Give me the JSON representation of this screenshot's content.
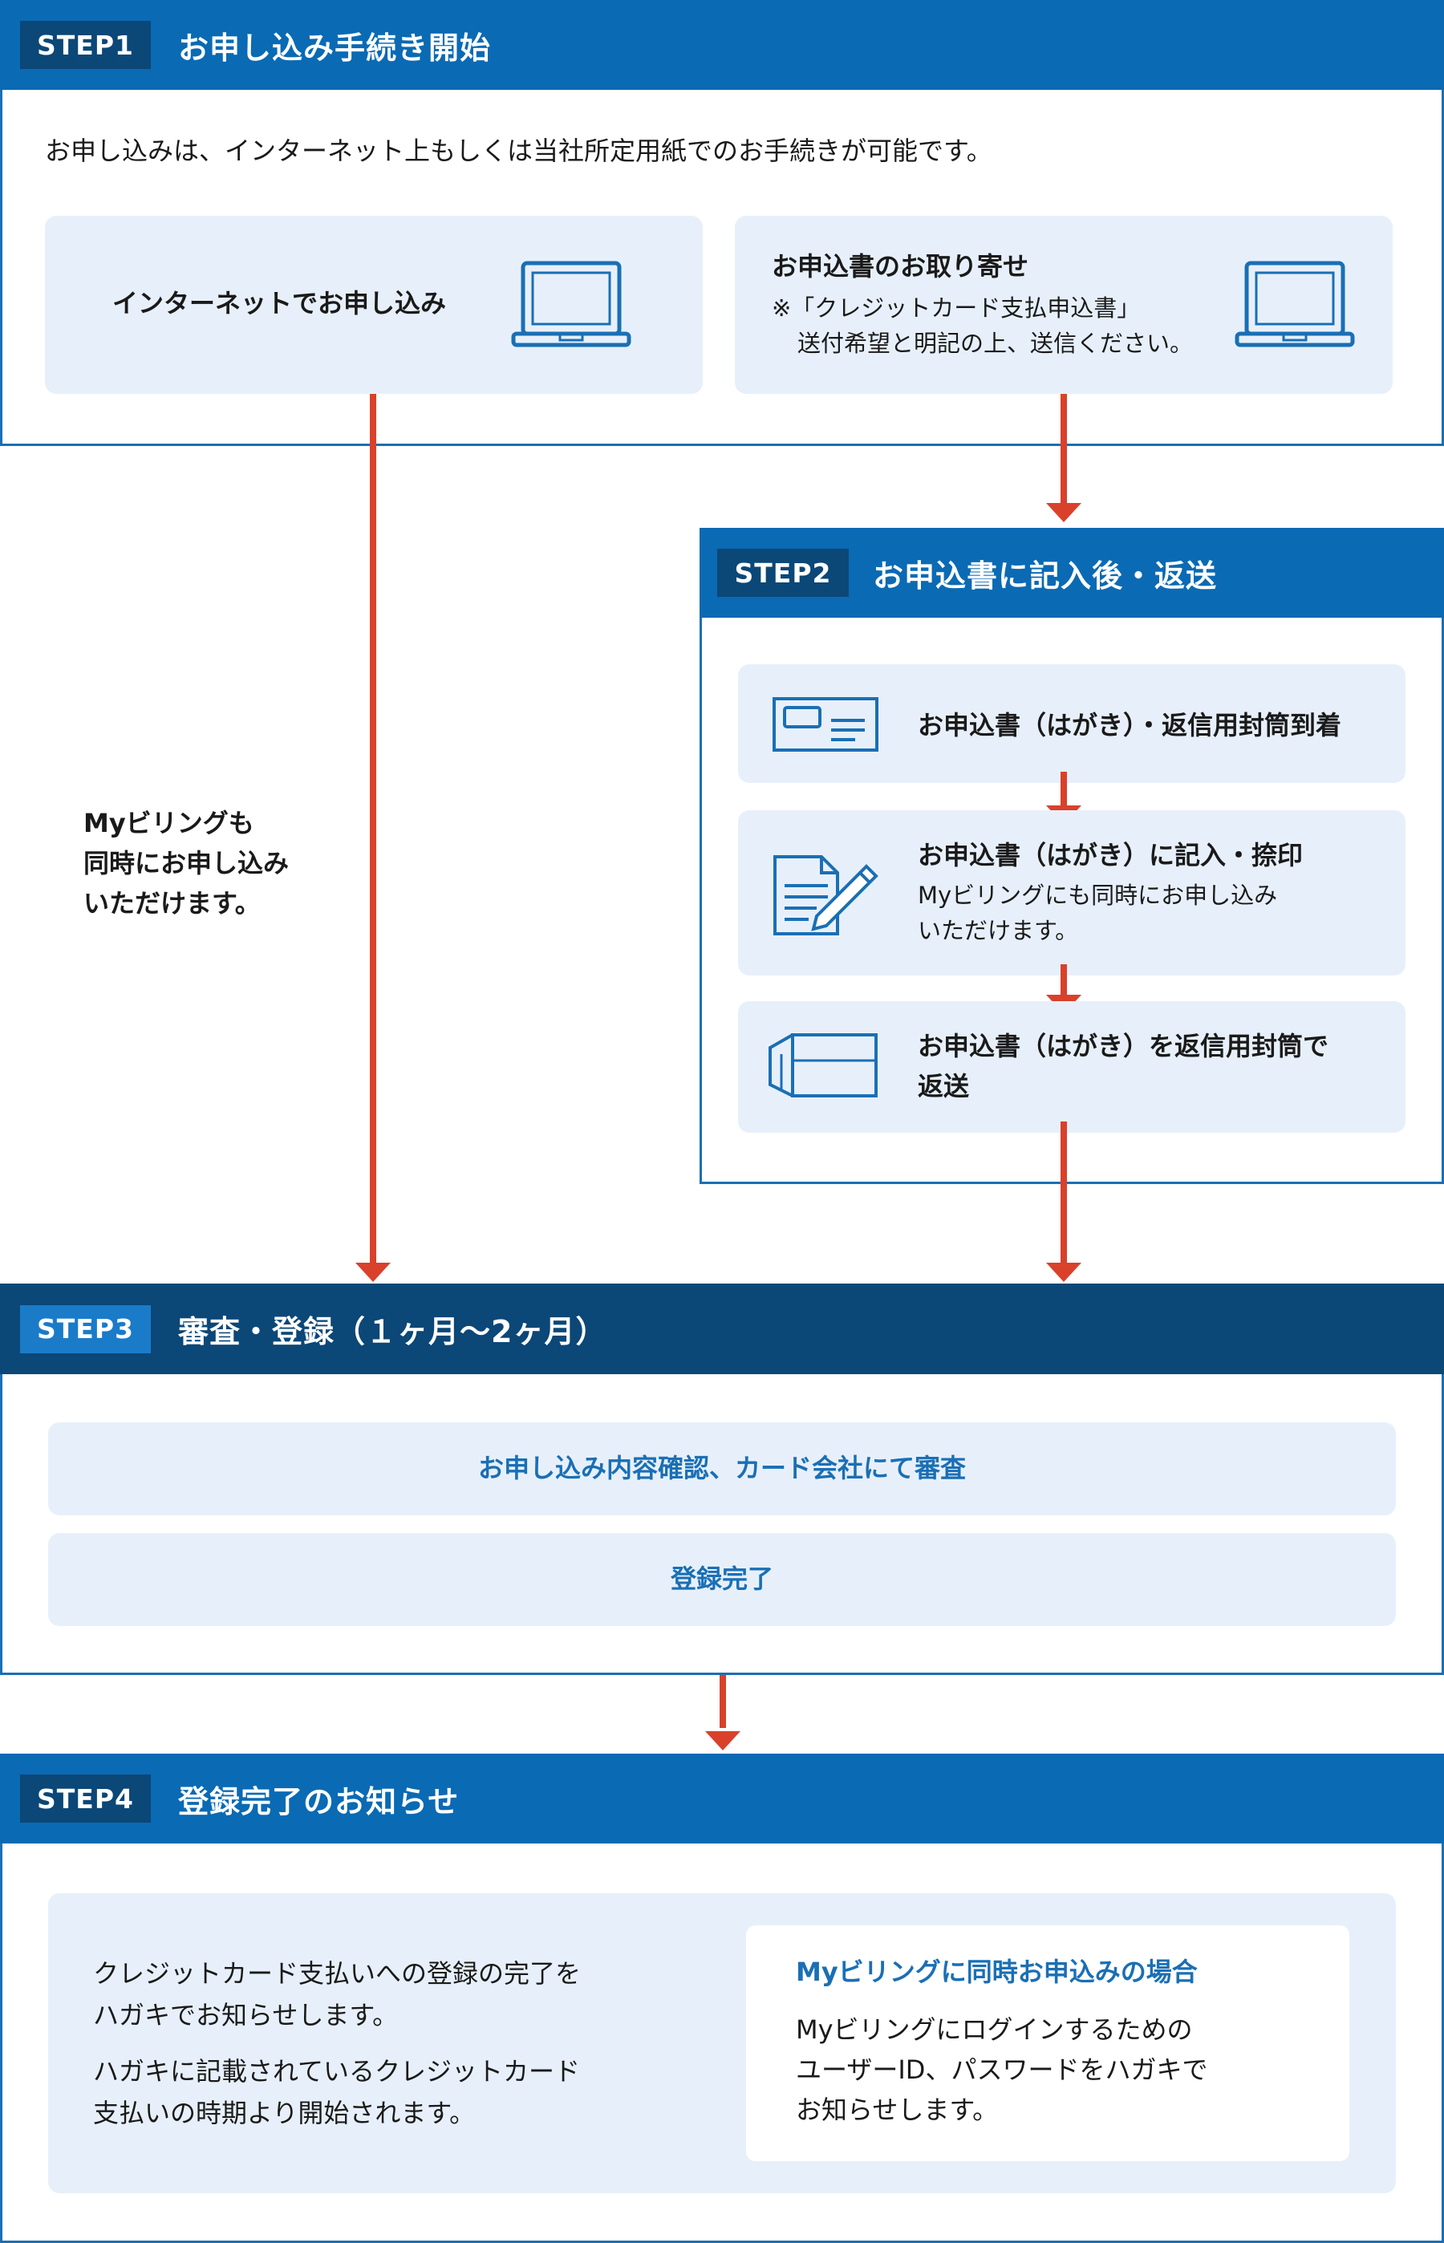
{
  "step1": {
    "badge": "STEP1",
    "title": "お申し込み手続き開始",
    "intro": "お申し込みは、インターネット上もしくは当社所定用紙でのお手続きが可能です。",
    "internet_label": "インターネットでお申し込み",
    "mail_title": "お申込書のお取り寄せ",
    "mail_note_1": "※「クレジットカード支払申込書」",
    "mail_note_2": "送付希望と明記の上、送信ください。"
  },
  "left_note": {
    "line1": "Myビリングも",
    "line2": "同時にお申し込み",
    "line3": "いただけます。"
  },
  "step2": {
    "badge": "STEP2",
    "title": "お申込書に記入後・返送",
    "item1": "お申込書（はがき）・返信用封筒到着",
    "item2_title": "お申込書（はがき）に記入・捺印",
    "item2_note_1": "Myビリングにも同時にお申し込み",
    "item2_note_2": "いただけます。",
    "item3_line1": "お申込書（はがき）を返信用封筒で",
    "item3_line2": "返送"
  },
  "step3": {
    "badge": "STEP3",
    "title": "審査・登録（１ヶ月〜2ヶ月）",
    "item1": "お申し込み内容確認、カード会社にて審査",
    "item2": "登録完了"
  },
  "step4": {
    "badge": "STEP4",
    "title": "登録完了のお知らせ",
    "left_p1_l1": "クレジットカード支払いへの登録の完了を",
    "left_p1_l2": "ハガキでお知らせします。",
    "left_p2_l1": "ハガキに記載されているクレジットカード",
    "left_p2_l2": "支払いの時期より開始されます。",
    "box_title": "Myビリングに同時お申込みの場合",
    "box_l1": "Myビリングにログインするための",
    "box_l2": "ユーザーID、パスワードをハガキで",
    "box_l3": "お知らせします。"
  },
  "colors": {
    "header_blue": "#0a6ab4",
    "header_dark": "#0b4777",
    "card_bg": "#e7f0fa",
    "arrow_red": "#d9412b",
    "icon_blue": "#1a6fb5"
  },
  "icons": [
    "laptop-icon",
    "envelope-icon",
    "document-pen-icon",
    "return-envelope-icon"
  ]
}
